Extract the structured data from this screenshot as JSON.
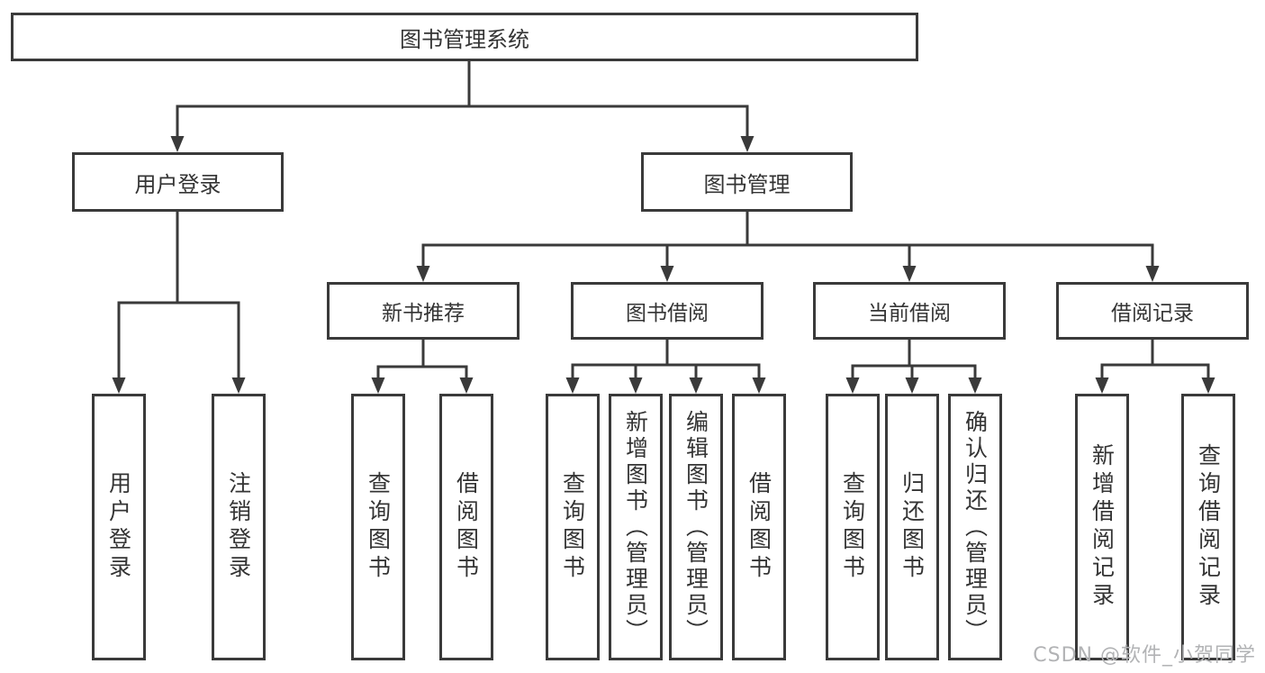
{
  "tree": {
    "label": "图书管理系统",
    "children": [
      {
        "label": "用户登录",
        "children": [
          {
            "label": "用户登录"
          },
          {
            "label": "注销登录"
          }
        ]
      },
      {
        "label": "图书管理",
        "children": [
          {
            "label": "新书推荐",
            "children": [
              {
                "label": "查询图书"
              },
              {
                "label": "借阅图书"
              }
            ]
          },
          {
            "label": "图书借阅",
            "children": [
              {
                "label": "查询图书"
              },
              {
                "label": "新增图书（管理员）"
              },
              {
                "label": "编辑图书（管理员）"
              },
              {
                "label": "借阅图书"
              }
            ]
          },
          {
            "label": "当前借阅",
            "children": [
              {
                "label": "查询图书"
              },
              {
                "label": "归还图书"
              },
              {
                "label": "确认归还（管理员）"
              }
            ]
          },
          {
            "label": "借阅记录",
            "children": [
              {
                "label": "新增借阅记录"
              },
              {
                "label": "查询借阅记录"
              }
            ]
          }
        ]
      }
    ]
  },
  "watermark": {
    "text": "CSDN @软件_小贺同学"
  },
  "colors": {
    "line": "#3a3a3a",
    "text": "#343434",
    "background": "#ffffff",
    "watermark": "#b2b3b5"
  }
}
